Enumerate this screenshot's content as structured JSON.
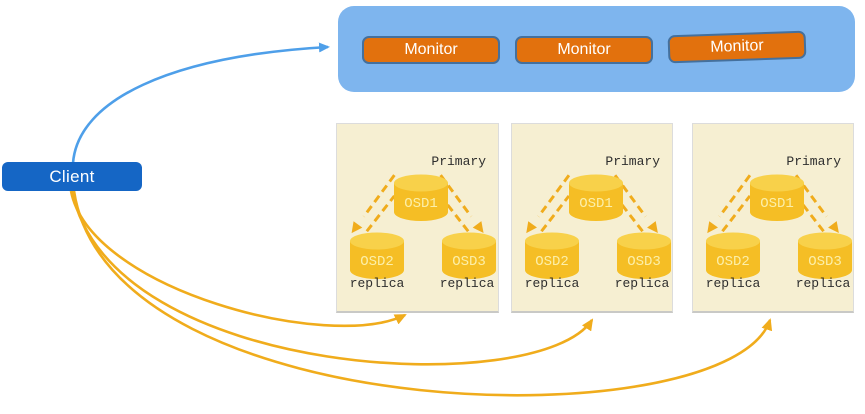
{
  "client": {
    "label": "Client"
  },
  "monitor_cluster": {
    "monitors": [
      {
        "label": "Monitor"
      },
      {
        "label": "Monitor"
      },
      {
        "label": "Monitor"
      }
    ]
  },
  "osd_groups": [
    {
      "primary_label": "Primary",
      "osd1": "OSD1",
      "osd2": "OSD2",
      "osd3": "OSD3",
      "replica_left": "replica",
      "replica_right": "replica"
    },
    {
      "primary_label": "Primary",
      "osd1": "OSD1",
      "osd2": "OSD2",
      "osd3": "OSD3",
      "replica_left": "replica",
      "replica_right": "replica"
    },
    {
      "primary_label": "Primary",
      "osd1": "OSD1",
      "osd2": "OSD2",
      "osd3": "OSD3",
      "replica_left": "replica",
      "replica_right": "replica"
    }
  ],
  "colors": {
    "client_blue": "#1566C5",
    "arrow_blue": "#4E9FE9",
    "monitor_panel_blue": "#7EB5EE",
    "monitor_orange": "#E2710D",
    "panel_cream": "#F6EFD2",
    "gold_arrow": "#F0AC1C",
    "cylinder_body": "#F5BE25",
    "cylinder_top": "#F8D14A"
  }
}
